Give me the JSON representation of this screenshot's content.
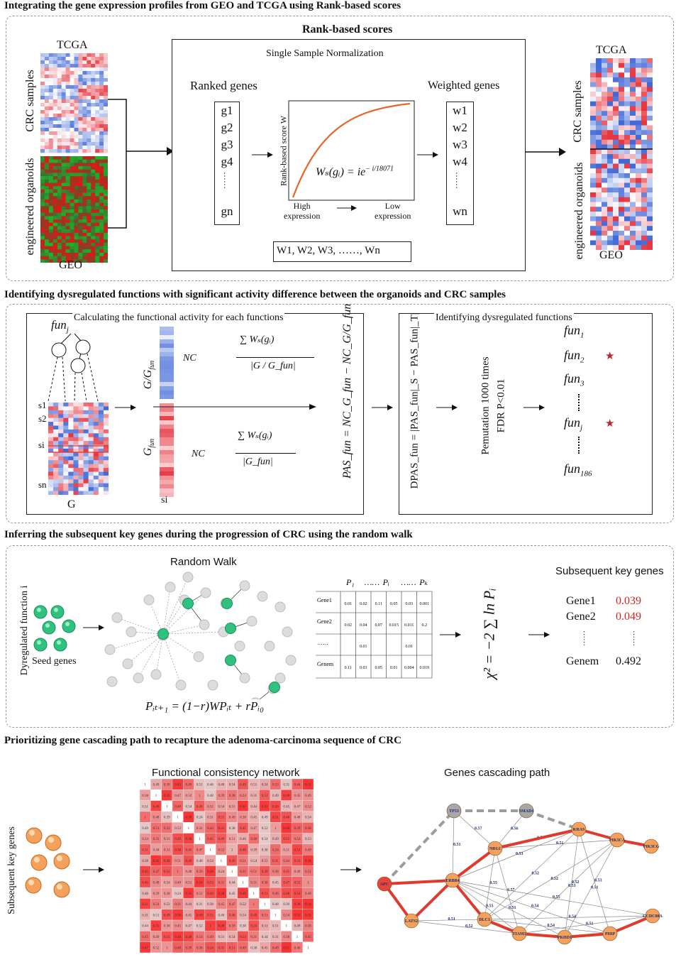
{
  "section1": {
    "title": "Integrating the gene expression profiles from GEO and TCGA using Rank-based scores",
    "left_heatmap": {
      "top_label": "TCGA",
      "upper_side_label": "CRC samples",
      "lower_side_label": "engineered organoids",
      "bottom_label": "GEO"
    },
    "center": {
      "title": "Rank-based scores",
      "subtitle": "Single Sample Normalization",
      "ranked_header": "Ranked genes",
      "ranked": [
        "g1",
        "g2",
        "g3",
        "g4",
        "……",
        "gn"
      ],
      "weighted_header": "Weighted genes",
      "weighted": [
        "w1",
        "w2",
        "w3",
        "w4",
        "……",
        "wn"
      ],
      "curve_ylabel": "Rank-based score W",
      "curve_left_label": [
        "High",
        "expression"
      ],
      "curve_right_label": [
        "Low",
        "expression"
      ],
      "formula_main": "Wₛ(gᵢ) = ie",
      "formula_exp": "− i/18071",
      "vector": "W1, W2, W3, ……, Wn",
      "curve_color": "#e8652a"
    },
    "right_heatmap": {
      "top_label": "TCGA",
      "upper_side_label": "CRC samples",
      "lower_side_label": "engineered organoids",
      "bottom_label": "GEO"
    }
  },
  "section2": {
    "title": "Identifying dysregulated functions with significant activity difference between the organoids and CRC samples",
    "left_box": {
      "heading": "Calculating the functional activity for each functions",
      "fun_label": "fun",
      "fun_sub": "j",
      "rows": [
        "s1",
        "s2",
        "si",
        "sn"
      ],
      "g_label": "G",
      "g_minus_label": "G/G",
      "g_fun_label": "G",
      "si_bottom": "si",
      "nc1": "NC",
      "nc2": "NC",
      "formula_top": "∑ Wₛ(gᵢ)",
      "formula_top_den": "|G / G_fun|",
      "formula_bot": "∑ Wₛ(gᵢ)",
      "formula_bot_den": "|G_fun|"
    },
    "pas": "PAS_fun = NC_G_fun − NC_G/G_fun",
    "dpas": "DPAS_fun = |PAS_fun|_S − PAS_fun|_T|",
    "perm": "Pemutation 1000 times",
    "fdr": "FDR  P<0.01",
    "right_box": {
      "heading": "Identifying dysregulated functions",
      "funcs": [
        {
          "name": "fun",
          "sub": "1",
          "star": false
        },
        {
          "name": "fun",
          "sub": "2",
          "star": true
        },
        {
          "name": "fun",
          "sub": "3",
          "star": false
        },
        {
          "name": "fun",
          "sub": "j",
          "star": true
        },
        {
          "name": "fun",
          "sub": "186",
          "star": false
        }
      ],
      "star_color": "#c0212a"
    }
  },
  "section3": {
    "title": "Inferring the subsequent key genes during the progression of CRC using the random walk",
    "side_label": "Dyregulated function i",
    "seed_label": "Seed genes",
    "rw_title": "Random Walk",
    "rw_formula": "Pᵢₜ₊₁ = (1−r)WPᵢₜ + rPᵢ₀",
    "table": {
      "headers": [
        "P₁",
        "……",
        "Pᵢ",
        "……",
        "Pₖ"
      ],
      "rows": [
        {
          "label": "Gene1",
          "cells": [
            "0.01",
            "0.02",
            "0.11",
            "0.05",
            "0.03",
            "0.001"
          ]
        },
        {
          "label": "Gene2",
          "cells": [
            "0.02",
            "0.04",
            "0.07",
            "0.015",
            "0.011",
            "0.2"
          ]
        },
        {
          "label": "……",
          "cells": [
            "",
            "0.01",
            "",
            "",
            "0.01",
            ""
          ]
        },
        {
          "label": "Genem",
          "cells": [
            "0.11",
            "0.03",
            "0.05",
            "0.01",
            "0.004",
            "0.019"
          ]
        }
      ]
    },
    "chi_formula": "χ² = −2 ∑ ln Pᵢ",
    "key_title": "Subsequent key genes",
    "key_genes": [
      {
        "name": "Gene1",
        "p": "0.039",
        "red": true
      },
      {
        "name": "Gene2",
        "p": "0.049",
        "red": true
      },
      {
        "name": "……",
        "p": "……",
        "red": false
      },
      {
        "name": "Genem",
        "p": "0.492",
        "red": false
      }
    ],
    "seed_color": "#2fc27e",
    "red_color": "#d6261f"
  },
  "section4": {
    "title": "Prioritizing gene cascading path to recapture the adenoma-carcinoma sequence of CRC",
    "side_label": "Subsequent key genes",
    "net_title": "Functional consistency network",
    "path_title": "Genes cascading path",
    "nodes": [
      "TP53",
      "SMAD4",
      "KRAS",
      "PIK3CA",
      "PIK3CG",
      "NRG1",
      "APC",
      "ERBB4",
      "LATS2",
      "DLC1",
      "TIAM1",
      "PKHD1",
      "PHIP",
      "CCDC88A"
    ],
    "edge_values": [
      "0.58",
      "0.55",
      "0.57",
      "0.51",
      "0.53",
      "0.55",
      "0.51",
      "0.54",
      "0.52",
      "0.52",
      "0.54",
      "0.53",
      "0.51",
      "0.52",
      "0.51",
      "0.53",
      "0.51",
      "0.52",
      "0.55",
      "0.54",
      "0.57",
      "0.56",
      "0.51"
    ],
    "heat_values": [
      "0.49",
      "0.38",
      "0.45",
      "0.49",
      "0.51",
      "0.46",
      "0.48",
      "0.54",
      "0.49",
      "0.51",
      "0.54",
      "0.53",
      "0.31",
      "0.44",
      "0.31",
      "0.38",
      "0.45",
      "0.47",
      "0.52",
      "1",
      "0.48",
      "0.39",
      "0.38",
      "0.24",
      "0.31",
      "0.51"
    ],
    "node_color": "#f4a15c",
    "path_color": "#e03a2c",
    "gray_color": "#9c9c9c"
  }
}
